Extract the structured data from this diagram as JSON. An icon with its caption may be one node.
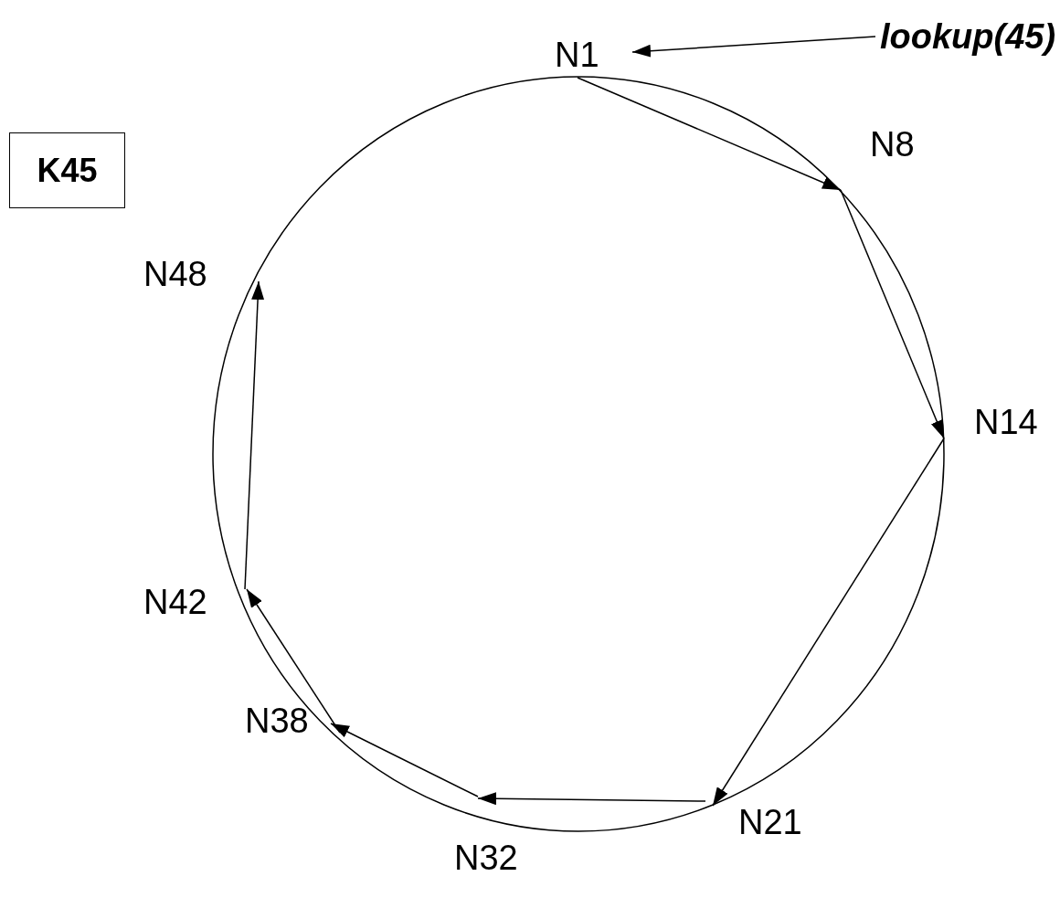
{
  "diagram": {
    "nodes": [
      {
        "text": [
          "N1"
        ]
      },
      {
        "text": [
          "N8"
        ]
      },
      {
        "text": [
          "N14"
        ]
      },
      {
        "text": [
          "N21"
        ]
      },
      {
        "text": [
          "N32"
        ]
      },
      {
        "text": [
          "N38"
        ]
      },
      {
        "text": [
          "N42"
        ]
      },
      {
        "text": [
          "N48"
        ]
      },
      {
        "text": [
          "lookup(45)"
        ]
      },
      {
        "text": [
          "K45"
        ]
      }
    ],
    "edges": [
      {
        "from": 8,
        "to": 0,
        "arrow": "to"
      },
      {
        "from": 0,
        "to": 1,
        "arrow": "to"
      },
      {
        "from": 1,
        "to": 2,
        "arrow": "to"
      },
      {
        "from": 2,
        "to": 3,
        "arrow": "to"
      },
      {
        "from": 3,
        "to": 4,
        "arrow": "to"
      },
      {
        "from": 4,
        "to": 5,
        "arrow": "to"
      },
      {
        "from": 5,
        "to": 6,
        "arrow": "to"
      },
      {
        "from": 6,
        "to": 7,
        "arrow": "to"
      }
    ]
  }
}
